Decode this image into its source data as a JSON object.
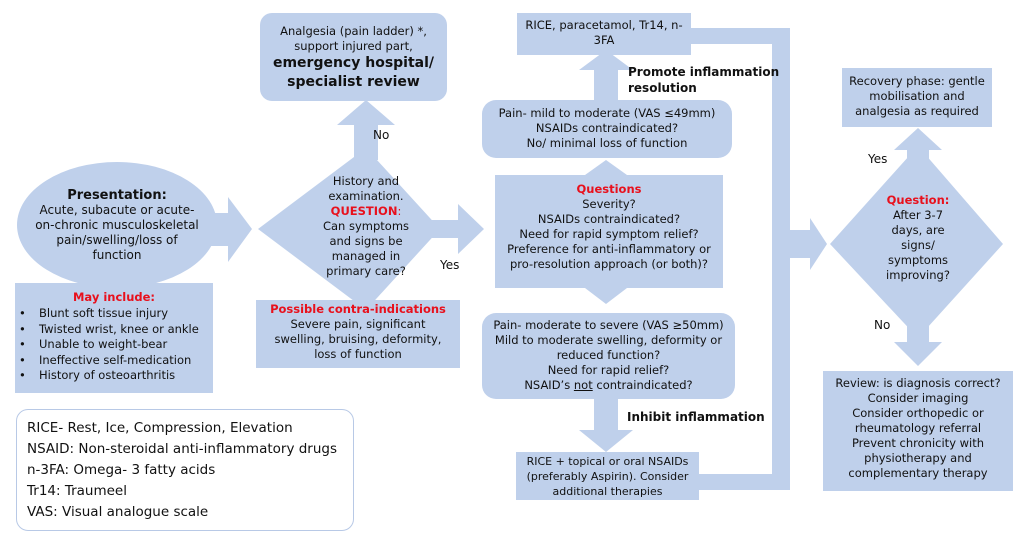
{
  "colors": {
    "shape_fill": "#bfd0eb",
    "accent_red": "#e8101c",
    "legend_border": "#b8c9e6",
    "text": "#111111"
  },
  "presentation": {
    "title": "Presentation:",
    "lines": [
      "Acute, subacute or acute-",
      "on-chronic musculoskeletal",
      "pain/swelling/loss of",
      "function"
    ]
  },
  "may_include": {
    "title": "May include:",
    "items": [
      "Blunt soft tissue injury",
      "Twisted wrist, knee or ankle",
      "Unable to weight-bear",
      "Ineffective self-medication",
      "History of osteoarthritis"
    ]
  },
  "legend": {
    "items": [
      "RICE- Rest, Ice, Compression, Elevation",
      "NSAID: Non-steroidal anti-inflammatory drugs",
      "n-3FA: Omega- 3 fatty acids",
      "Tr14: Traumeel",
      "VAS: Visual analogue scale"
    ]
  },
  "emergency": {
    "lines": [
      "Analgesia (pain ladder) *,",
      "support injured part,"
    ],
    "bold_lines": [
      "emergency hospital/",
      "specialist review"
    ]
  },
  "primary_care_question": {
    "lines_before": [
      "History and",
      "examination."
    ],
    "question_label": "QUESTION",
    "question_colon": ":",
    "lines_after": [
      "Can symptoms",
      "and signs be",
      "managed in",
      "primary care?"
    ]
  },
  "contra_indications": {
    "title": "Possible contra-indications",
    "lines": [
      "Severe pain, significant",
      "swelling, bruising, deformity,",
      "loss of function"
    ]
  },
  "arrow_labels": {
    "no_top": "No",
    "yes_middle": "Yes",
    "promote": [
      "Promote inflammation",
      "resolution"
    ],
    "inhibit": "Inhibit inflammation",
    "yes_right": "Yes",
    "no_right": "No"
  },
  "rice_paracetamol": {
    "lines": [
      "RICE, paracetamol, Tr14, n-",
      "3FA"
    ]
  },
  "mild_pain": {
    "lines": [
      "Pain- mild to moderate (VAS  ≤49mm)",
      "NSAIDs contraindicated?",
      "No/ minimal loss of function"
    ]
  },
  "questions": {
    "title": "Questions",
    "lines": [
      "Severity?",
      "NSAIDs contraindicated?",
      "Need for rapid symptom relief?",
      "Preference for anti-inflammatory or",
      "pro-resolution approach (or both)?"
    ]
  },
  "severe_pain": {
    "lines": [
      "Pain- moderate to severe (VAS ≥50mm)",
      "Mild to moderate swelling, deformity or",
      "reduced function?",
      "Need for rapid relief?"
    ],
    "last_prefix": "NSAID’s ",
    "last_underlined": "not",
    "last_suffix": " contraindicated?"
  },
  "rice_nsaids": {
    "lines": [
      "RICE + topical or oral NSAIDs",
      "(preferably Aspirin). Consider",
      "additional therapies"
    ]
  },
  "recovery": {
    "lines": [
      "Recovery phase: gentle",
      "mobilisation and",
      "analgesia as required"
    ]
  },
  "improving_question": {
    "title": "Question:",
    "lines": [
      "After 3-7",
      "days, are",
      "signs/",
      "symptoms",
      "improving?"
    ]
  },
  "review": {
    "lines": [
      "Review: is diagnosis correct?",
      "Consider imaging",
      "Consider orthopedic or",
      "rheumatology referral",
      "Prevent chronicity with",
      "physiotherapy and",
      "complementary therapy"
    ]
  }
}
